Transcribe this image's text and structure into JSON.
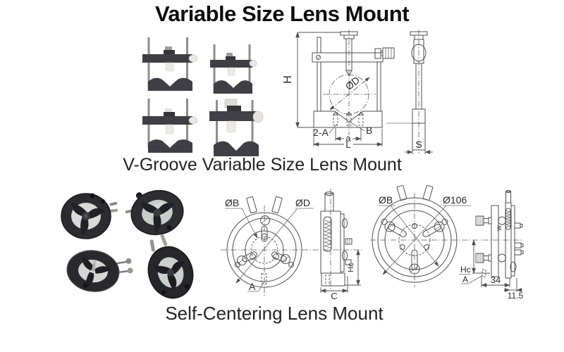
{
  "page": {
    "title": "Variable Size Lens Mount"
  },
  "vgroove": {
    "caption": "V-Groove Variable Size Lens Mount",
    "dims": {
      "height": "H",
      "diameter": "ØD",
      "screws": "2-A",
      "hole_b": "B",
      "span_a": "a",
      "length": "L",
      "side_width": "S"
    }
  },
  "self_centering": {
    "caption": "Self-Centering Lens Mount",
    "front1": {
      "bolt_circle": "ØB",
      "diameter": "ØD",
      "hole_a": "A"
    },
    "side1": {
      "height_c": "Hc",
      "depth": "C"
    },
    "front2": {
      "bolt_circle": "ØB",
      "outer_diameter": "Ø106"
    },
    "side2": {
      "height_c": "Hc",
      "hole_a": "A",
      "width_34": "34",
      "offset_115": "11.5",
      "spring_w": "W"
    }
  }
}
